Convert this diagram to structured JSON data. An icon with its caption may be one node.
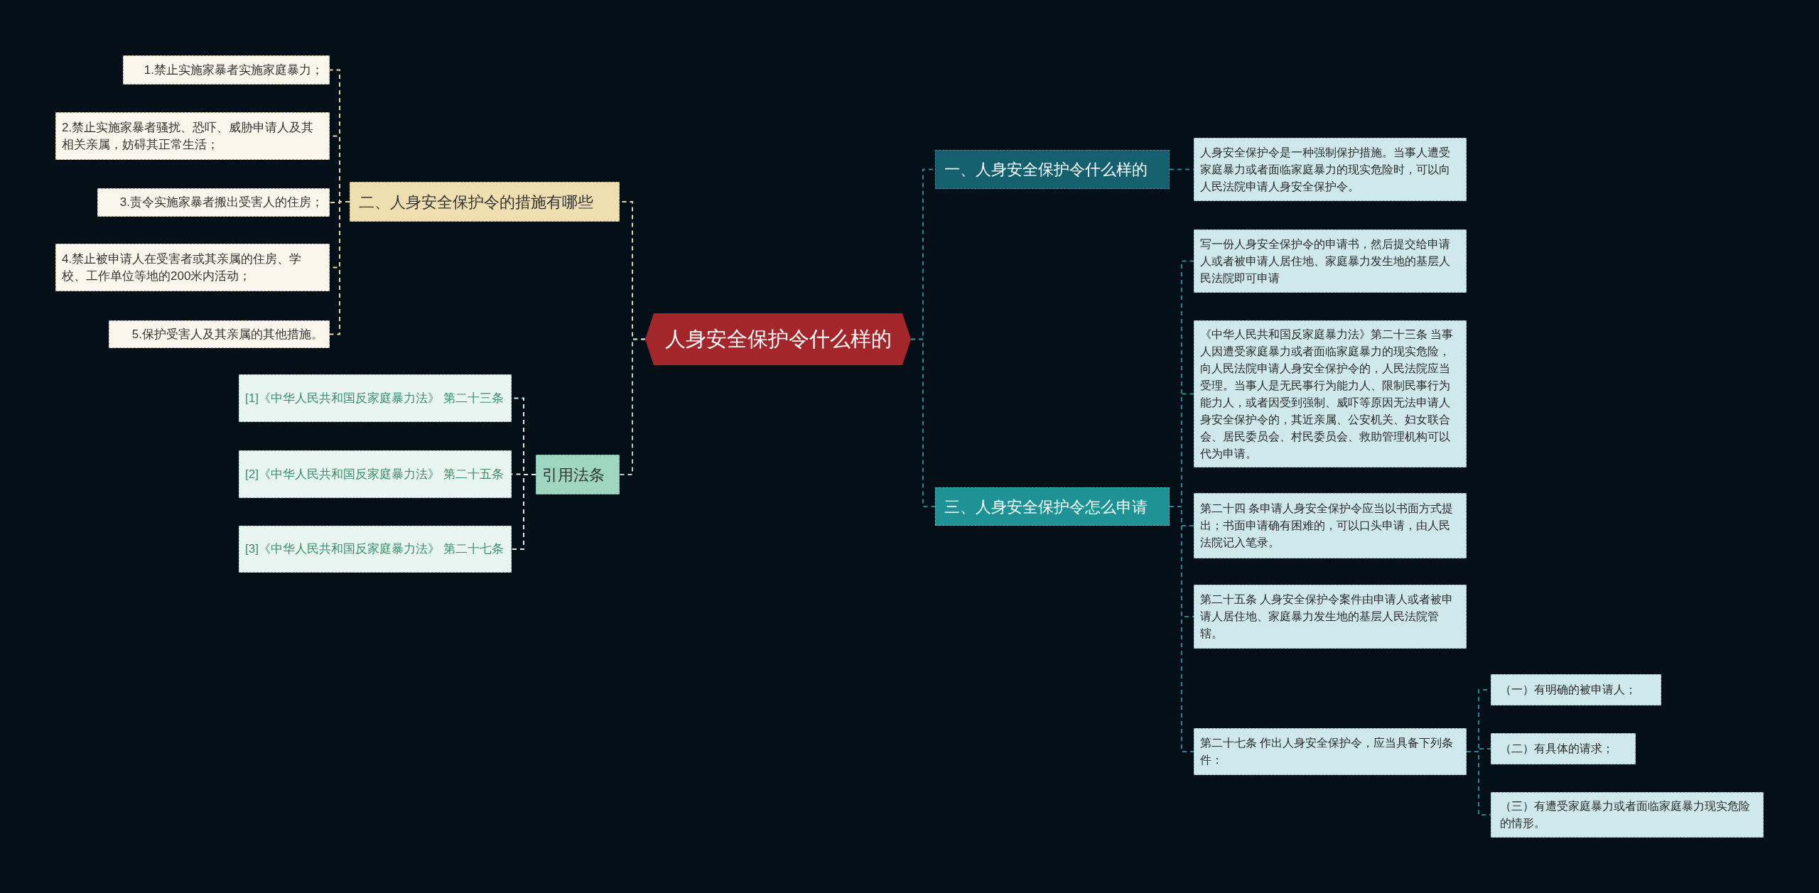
{
  "diagram": {
    "nodes": [
      {
        "text": [
          "人身安全保护令什么样的"
        ]
      },
      {
        "text": [
          "二、人身安全保护令的措施有哪些"
        ]
      },
      {
        "text": [
          "1.禁止实施家暴者实施家庭暴力；"
        ]
      },
      {
        "text": [
          "2.禁止实施家暴者骚扰、恐吓、威胁申请人及其相关亲属，妨碍其正常生活；"
        ]
      },
      {
        "text": [
          "3.责令实施家暴者搬出受害人的住房；"
        ]
      },
      {
        "text": [
          "4.禁止被申请人在受害者或其亲属的住房、学校、工作单位等地的200米内活动；"
        ]
      },
      {
        "text": [
          "5.保护受害人及其亲属的其他措施。"
        ]
      },
      {
        "text": [
          "引用法条"
        ]
      },
      {
        "text": [
          "[1]《中华人民共和国反家庭暴力法》 第二十三条"
        ]
      },
      {
        "text": [
          "[2]《中华人民共和国反家庭暴力法》 第二十五条"
        ]
      },
      {
        "text": [
          "[3]《中华人民共和国反家庭暴力法》 第二十七条"
        ]
      },
      {
        "text": [
          "一、人身安全保护令什么样的"
        ]
      },
      {
        "text": [
          "人身安全保护令是一种强制保护措施。当事人遭受家庭暴力或者面临家庭暴力的现实危险时，可以向人民法院申请人身安全保护令。"
        ]
      },
      {
        "text": [
          "三、人身安全保护令怎么申请"
        ]
      },
      {
        "text": [
          "写一份人身安全保护令的申请书，然后提交给申请人或者被申请人居住地、家庭暴力发生地的基层人民法院即可申请"
        ]
      },
      {
        "text": [
          "《中华人民共和国反家庭暴力法》第二十三条 当事人因遭受家庭暴力或者面临家庭暴力的现实危险，向人民法院申请人身安全保护令的，人民法院应当受理。当事人是无民事行为能力人、限制民事行为能力人，或者因受到强制、威吓等原因无法申请人身安全保护令的，其近亲属、公安机关、妇女联合会、居民委员会、村民委员会、救助管理机构可以代为申请。"
        ]
      },
      {
        "text": [
          "第二十四 条申请人身安全保护令应当以书面方式提出；书面申请确有困难的，可以口头申请，由人民法院记入笔录。"
        ]
      },
      {
        "text": [
          "第二十五条 人身安全保护令案件由申请人或者被申请人居住地、家庭暴力发生地的基层人民法院管辖。"
        ]
      },
      {
        "text": [
          "第二十七条 作出人身安全保护令，应当具备下列条件："
        ]
      },
      {
        "text": [
          "（一）有明确的被申请人；"
        ]
      },
      {
        "text": [
          "（二）有具体的请求；"
        ]
      },
      {
        "text": [
          "（三）有遭受家庭暴力或者面临家庭暴力现实危险的情形。"
        ]
      }
    ],
    "edges": [
      {
        "from": 0,
        "to": 1,
        "arrow": "none",
        "style": "dashed",
        "color": "#e6d7a6"
      },
      {
        "from": 1,
        "to": 2,
        "arrow": "none",
        "style": "dashed",
        "color": "#e6d7a6"
      },
      {
        "from": 1,
        "to": 3,
        "arrow": "none",
        "style": "dashed",
        "color": "#e6d7a6"
      },
      {
        "from": 1,
        "to": 4,
        "arrow": "none",
        "style": "dashed",
        "color": "#e6d7a6"
      },
      {
        "from": 1,
        "to": 5,
        "arrow": "none",
        "style": "dashed",
        "color": "#e6d7a6"
      },
      {
        "from": 1,
        "to": 6,
        "arrow": "none",
        "style": "dashed",
        "color": "#e6d7a6"
      },
      {
        "from": 0,
        "to": 7,
        "arrow": "none",
        "style": "dashed",
        "color": "#a8dcc8"
      },
      {
        "from": 7,
        "to": 8,
        "arrow": "none",
        "style": "dashed",
        "color": "#d8ede6"
      },
      {
        "from": 7,
        "to": 9,
        "arrow": "none",
        "style": "dashed",
        "color": "#d8ede6"
      },
      {
        "from": 7,
        "to": 10,
        "arrow": "none",
        "style": "dashed",
        "color": "#d8ede6"
      },
      {
        "from": 0,
        "to": 11,
        "arrow": "none",
        "style": "dashed"
      },
      {
        "from": 11,
        "to": 12,
        "arrow": "none",
        "style": "dashed"
      },
      {
        "from": 0,
        "to": 13,
        "arrow": "none",
        "style": "dashed"
      },
      {
        "from": 13,
        "to": 14,
        "arrow": "none",
        "style": "dashed"
      },
      {
        "from": 13,
        "to": 15,
        "arrow": "none",
        "style": "dashed"
      },
      {
        "from": 13,
        "to": 16,
        "arrow": "none",
        "style": "dashed"
      },
      {
        "from": 13,
        "to": 17,
        "arrow": "none",
        "style": "dashed"
      },
      {
        "from": 13,
        "to": 18,
        "arrow": "none",
        "style": "dashed"
      },
      {
        "from": 18,
        "to": 19,
        "arrow": "none",
        "style": "dashed"
      },
      {
        "from": 18,
        "to": 20,
        "arrow": "none",
        "style": "dashed"
      },
      {
        "from": 18,
        "to": 21,
        "arrow": "none",
        "style": "dashed"
      }
    ]
  }
}
